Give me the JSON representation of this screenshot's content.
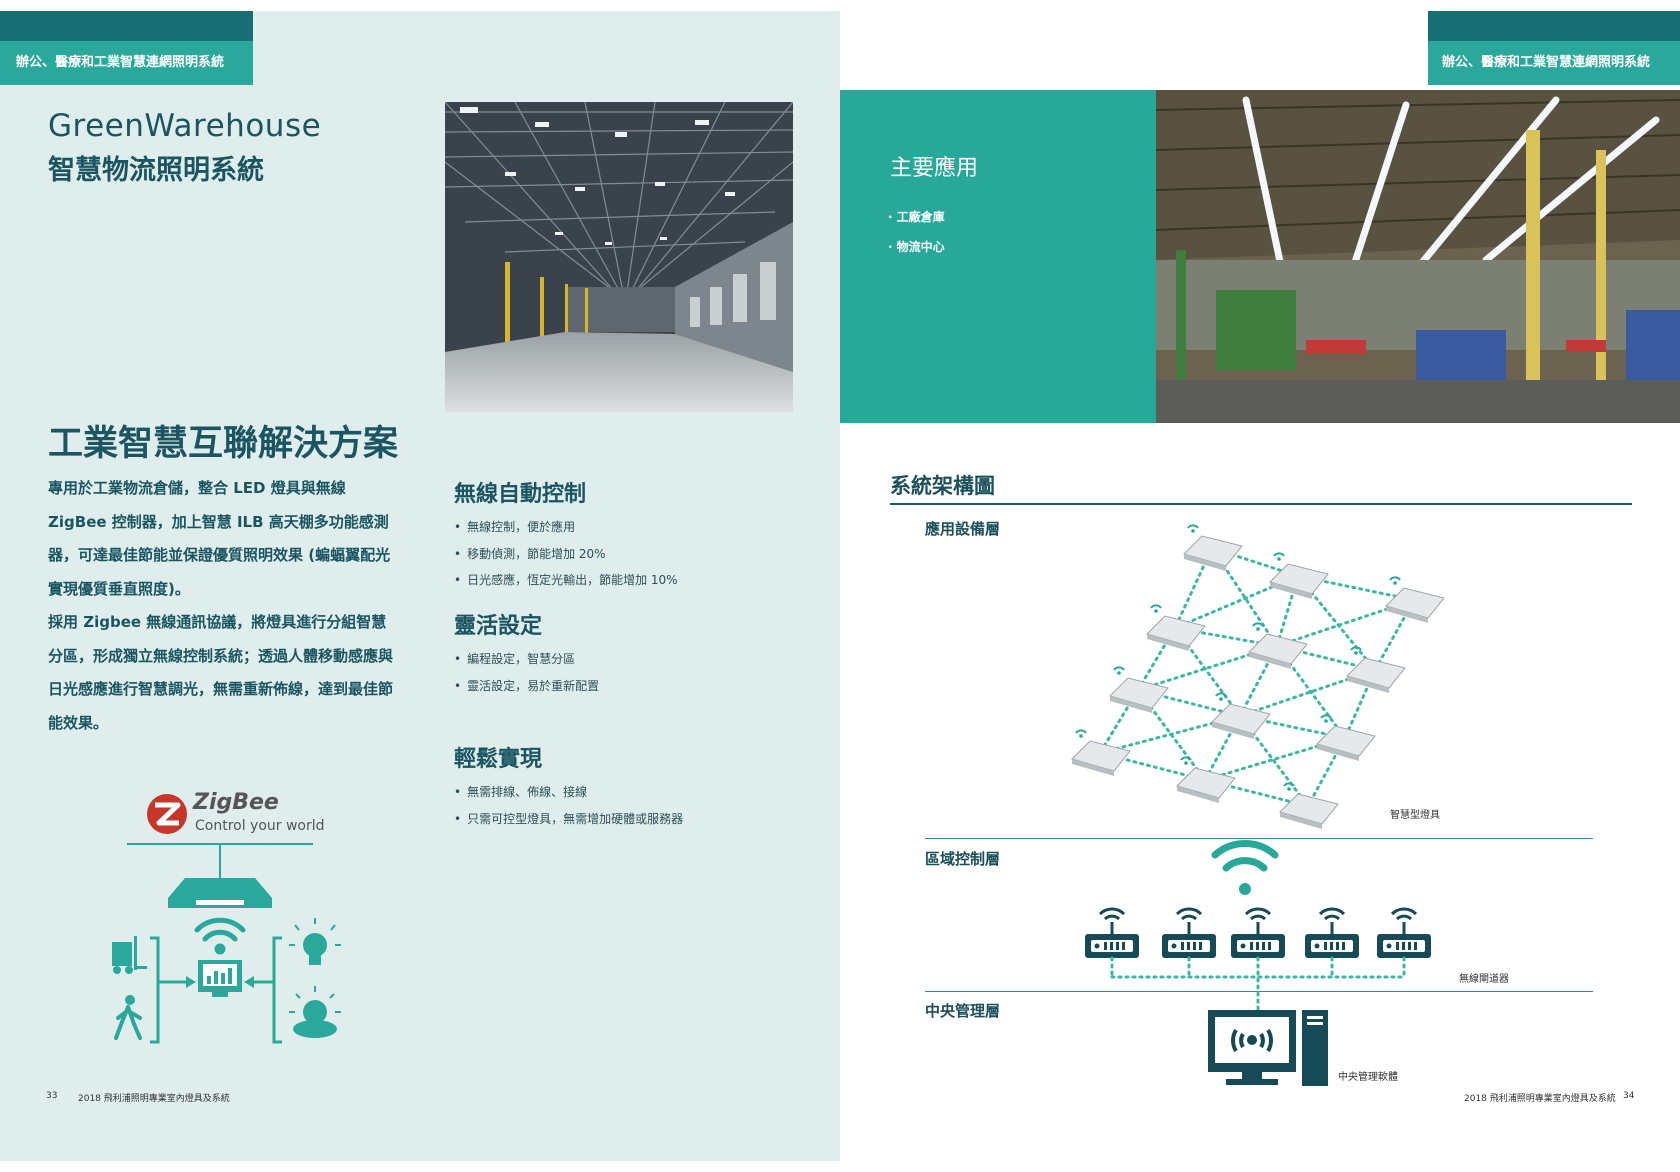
{
  "header": {
    "section_title": "辦公、醫療和工業智慧連網照明系統"
  },
  "left": {
    "brand_title": "GreenWarehouse",
    "brand_subtitle": "智慧物流照明系統",
    "main_heading": "工業智慧互聯解決方案",
    "intro_paragraphs": [
      "專用於工業物流倉儲，整合 LED 燈具與無線 ZigBee 控制器，加上智慧 ILB 高天棚多功能感測器，可達最佳節能並保證優質照明效果 (蝙蝠翼配光實現優質垂直照度)。",
      "採用 Zigbee 無線通訊協議，將燈具進行分組智慧分區，形成獨立無線控制系統；透過人體移動感應與日光感應進行智慧調光，無需重新佈線，達到最佳節能效果。"
    ],
    "features": [
      {
        "title": "無線自動控制",
        "items": [
          "無線控制，便於應用",
          "移動偵測，節能增加 20%",
          "日光感應，恆定光輸出，節能增加 10%"
        ]
      },
      {
        "title": "靈活設定",
        "items": [
          "編程設定，智慧分區",
          "靈活設定，易於重新配置"
        ]
      },
      {
        "title": "輕鬆實現",
        "items": [
          "無需排線、佈線、接線",
          "只需可控型燈具，無需增加硬體或服務器"
        ]
      }
    ],
    "zigbee": {
      "name": "ZigBee",
      "tagline": "Control your world"
    },
    "footer": {
      "page_number": "33",
      "publication": "2018 飛利浦照明專業室內燈具及系統"
    }
  },
  "right": {
    "applications": {
      "title": "主要應用",
      "items": [
        "工廠倉庫",
        "物流中心"
      ]
    },
    "architecture": {
      "title": "系統架構圖",
      "layers": [
        {
          "name": "應用設備層",
          "device_label": "智慧型燈具"
        },
        {
          "name": "區域控制層",
          "device_label": "無線閘道器"
        },
        {
          "name": "中央管理層",
          "device_label": "中央管理軟體"
        }
      ]
    },
    "footer": {
      "publication": "2018 飛利浦照明專業室內燈具及系統",
      "page_number": "34"
    }
  },
  "colors": {
    "teal_dark": "#176e73",
    "teal": "#2aa89b",
    "teal_light": "#dfeeec",
    "navy": "#1b4f5a",
    "zigbee_red": "#c8352a"
  }
}
